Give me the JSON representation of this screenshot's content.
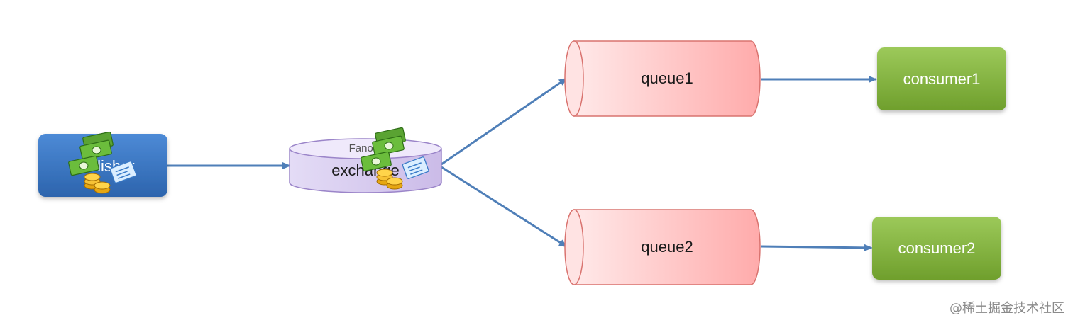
{
  "nodes": {
    "publisher": {
      "label": "publisher",
      "color": "#3a78c4"
    },
    "exchange": {
      "type_label": "Fanout",
      "label": "exchange",
      "color": "#d8cdf0"
    },
    "queue1": {
      "label": "queue1",
      "color": "#ffb3b3"
    },
    "queue2": {
      "label": "queue2",
      "color": "#ffb3b3"
    },
    "consumer1": {
      "label": "consumer1",
      "color": "#7fb03a"
    },
    "consumer2": {
      "label": "consumer2",
      "color": "#7fb03a"
    }
  },
  "edges": [
    {
      "from": "publisher",
      "to": "exchange"
    },
    {
      "from": "exchange",
      "to": "queue1"
    },
    {
      "from": "exchange",
      "to": "queue2"
    },
    {
      "from": "queue1",
      "to": "consumer1"
    },
    {
      "from": "queue2",
      "to": "consumer2"
    }
  ],
  "icons": [
    "money-stack-icon",
    "coins-icon",
    "receipt-icon"
  ],
  "colors": {
    "arrow": "#4f7fb8"
  },
  "watermark": "@稀土掘金技术社区"
}
